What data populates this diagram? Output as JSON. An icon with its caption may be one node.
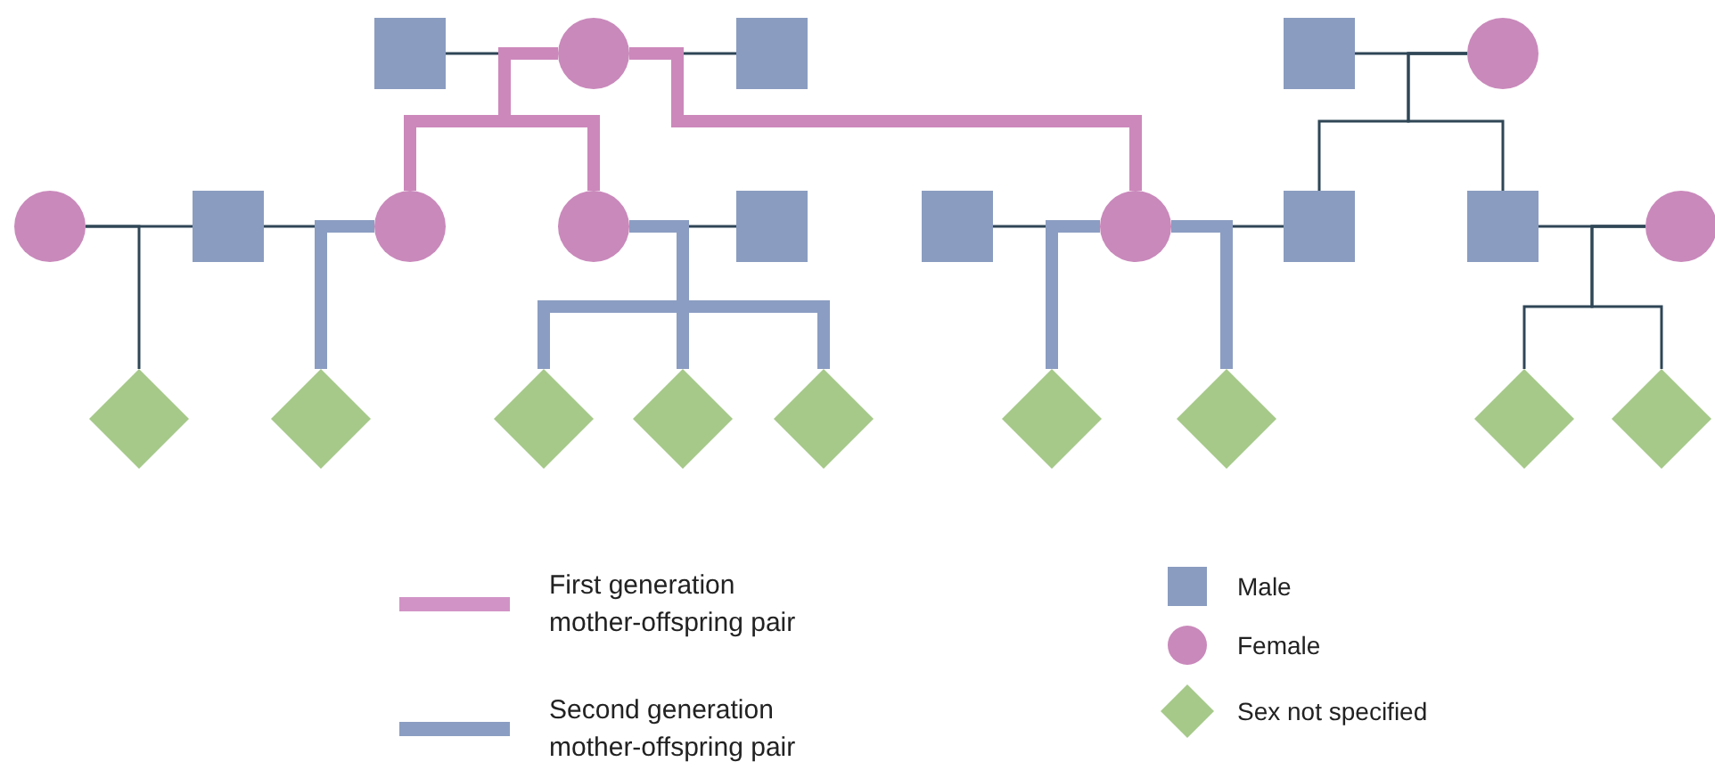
{
  "diagram": {
    "nodes": [
      {
        "text": [],
        "shape": "box"
      },
      {
        "text": [],
        "shape": "circle"
      },
      {
        "text": [],
        "shape": "box"
      },
      {
        "text": [],
        "shape": "box"
      },
      {
        "text": [],
        "shape": "circle"
      },
      {
        "text": [],
        "shape": "circle"
      },
      {
        "text": [],
        "shape": "box"
      },
      {
        "text": [],
        "shape": "circle"
      },
      {
        "text": [],
        "shape": "circle"
      },
      {
        "text": [],
        "shape": "box"
      },
      {
        "text": [],
        "shape": "box"
      },
      {
        "text": [],
        "shape": "circle"
      },
      {
        "text": [],
        "shape": "box"
      },
      {
        "text": [],
        "shape": "box"
      },
      {
        "text": [],
        "shape": "circle"
      },
      {
        "text": [],
        "shape": "diamond"
      },
      {
        "text": [],
        "shape": "diamond"
      },
      {
        "text": [],
        "shape": "diamond"
      },
      {
        "text": [],
        "shape": "diamond"
      },
      {
        "text": [],
        "shape": "diamond"
      },
      {
        "text": [],
        "shape": "diamond"
      },
      {
        "text": [],
        "shape": "diamond"
      },
      {
        "text": [],
        "shape": "diamond"
      },
      {
        "text": [],
        "shape": "diamond"
      }
    ],
    "edges": [
      {
        "from": 0,
        "to": 1,
        "arrow": "none"
      },
      {
        "from": 1,
        "to": 2,
        "arrow": "none"
      },
      {
        "from": 3,
        "to": 4,
        "arrow": "none"
      },
      {
        "from": 1,
        "to": 7,
        "arrow": "none",
        "style": "thick",
        "color": "#cc88bb"
      },
      {
        "from": 1,
        "to": 8,
        "arrow": "none",
        "style": "thick",
        "color": "#cc88bb"
      },
      {
        "from": 1,
        "to": 11,
        "arrow": "none",
        "style": "thick",
        "color": "#cc88bb"
      },
      {
        "from": 4,
        "to": 12,
        "arrow": "none"
      },
      {
        "from": 4,
        "to": 13,
        "arrow": "none"
      },
      {
        "from": 5,
        "to": 6,
        "arrow": "none"
      },
      {
        "from": 6,
        "to": 7,
        "arrow": "none"
      },
      {
        "from": 8,
        "to": 9,
        "arrow": "none"
      },
      {
        "from": 10,
        "to": 11,
        "arrow": "none"
      },
      {
        "from": 11,
        "to": 12,
        "arrow": "none"
      },
      {
        "from": 13,
        "to": 14,
        "arrow": "none"
      },
      {
        "from": 5,
        "to": 15,
        "arrow": "none"
      },
      {
        "from": 7,
        "to": 16,
        "arrow": "none",
        "style": "thick",
        "color": "#8b9dc2"
      },
      {
        "from": 8,
        "to": 17,
        "arrow": "none",
        "style": "thick",
        "color": "#8b9dc2"
      },
      {
        "from": 8,
        "to": 18,
        "arrow": "none",
        "style": "thick",
        "color": "#8b9dc2"
      },
      {
        "from": 8,
        "to": 19,
        "arrow": "none",
        "style": "thick",
        "color": "#8b9dc2"
      },
      {
        "from": 11,
        "to": 20,
        "arrow": "none",
        "style": "thick",
        "color": "#8b9dc2"
      },
      {
        "from": 11,
        "to": 21,
        "arrow": "none",
        "style": "thick",
        "color": "#8b9dc2"
      },
      {
        "from": 14,
        "to": 22,
        "arrow": "none"
      },
      {
        "from": 14,
        "to": 23,
        "arrow": "none"
      }
    ],
    "legend": [
      {
        "text": "First generation mother-offspring pair"
      },
      {
        "text": "Second generation mother-offspring pair"
      },
      {
        "text": "Male"
      },
      {
        "text": "Female"
      },
      {
        "text": "Sex not specified"
      }
    ]
  }
}
